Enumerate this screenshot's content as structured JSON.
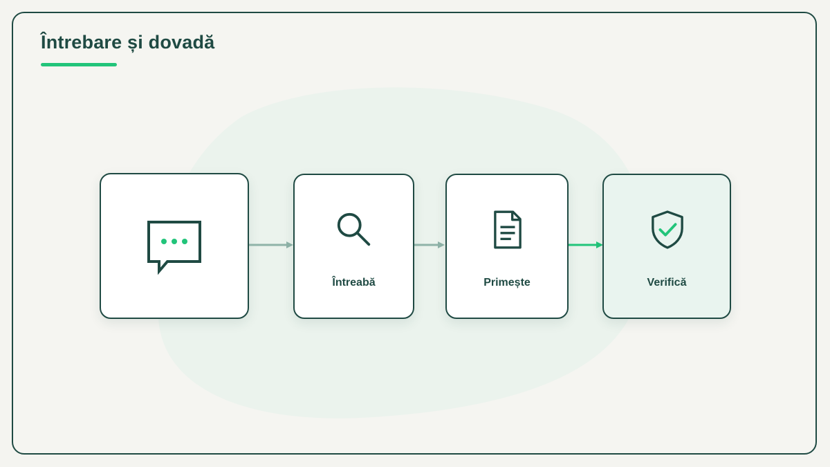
{
  "title": "Întrebare și dovadă",
  "steps": [
    {
      "icon": "chat-bubble-icon",
      "label": ""
    },
    {
      "icon": "search-icon",
      "label": "Întreabă"
    },
    {
      "icon": "document-icon",
      "label": "Primește"
    },
    {
      "icon": "shield-check-icon",
      "label": "Verifică"
    }
  ],
  "colors": {
    "primary": "#1f4a43",
    "accent": "#22c47a",
    "connector": "#8fb3a8",
    "background": "#f4f4f0",
    "highlight_card": "#e9f4ef"
  }
}
